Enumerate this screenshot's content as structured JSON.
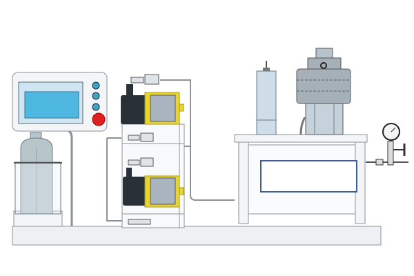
{
  "colors": {
    "background": "#ffffff",
    "frame": "#e8ecef",
    "outline": "#8a9299",
    "screen": "#4fb8e0",
    "screen_bezel": "#cfe6f2",
    "button_teal": "#3aa6b8",
    "stop_button": "#e02020",
    "pump_yellow": "#e8d530",
    "pump_gray": "#a9b4c0",
    "pump_black": "#2a3038",
    "cylinder": "#b8c6cc",
    "window_border": "#3e5f9a",
    "column": "#cfdde8",
    "reactor": "#a6b0b8"
  },
  "components": [
    {
      "name": "controller",
      "icon": "control-panel"
    },
    {
      "name": "gas-cylinder",
      "icon": "cylinder"
    },
    {
      "name": "pump-upper",
      "icon": "metering-pump"
    },
    {
      "name": "pump-lower",
      "icon": "metering-pump"
    },
    {
      "name": "column",
      "icon": "column"
    },
    {
      "name": "reactor",
      "icon": "pressure-vessel"
    },
    {
      "name": "pressure-gauge",
      "icon": "gauge"
    }
  ]
}
